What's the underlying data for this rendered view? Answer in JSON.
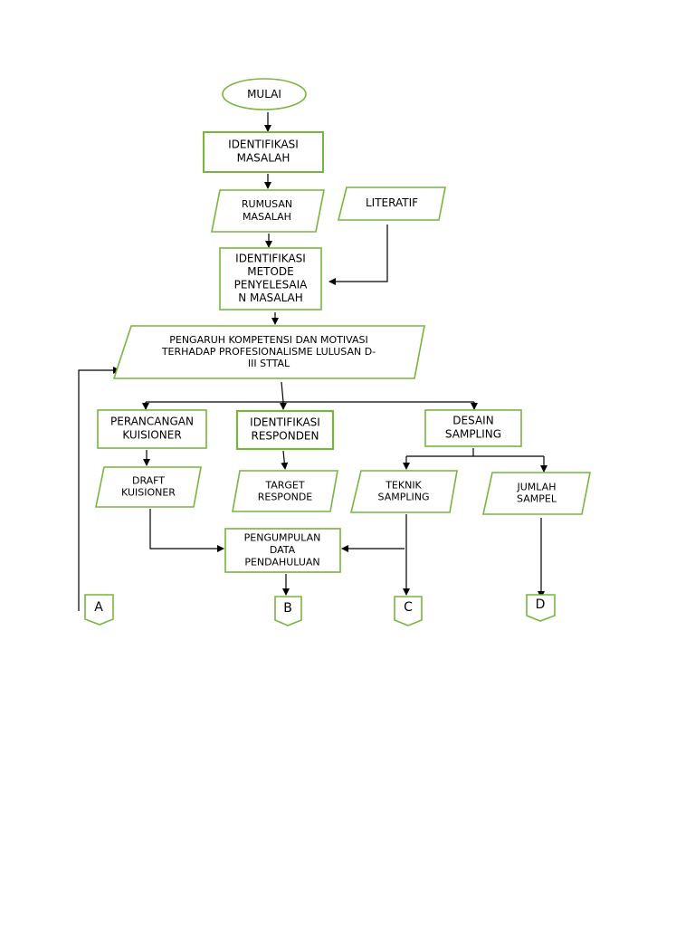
{
  "colors": {
    "shape_stroke": "#77b53f",
    "connector": "#000000",
    "background": "#ffffff"
  },
  "flowchart": {
    "start": [
      "MULAI"
    ],
    "identifikasi_masalah": [
      "IDENTIFIKASI",
      "MASALAH"
    ],
    "rumusan_masalah": [
      "RUMUSAN",
      "MASALAH"
    ],
    "literatif": [
      "LITERATIF"
    ],
    "identifikasi_metode": [
      "IDENTIFIKASI",
      "METODE",
      "PENYELESAIA",
      "N MASALAH"
    ],
    "judul": [
      "PENGARUH KOMPETENSI DAN MOTIVASI",
      "TERHADAP PROFESIONALISME LULUSAN D-",
      "III STTAL"
    ],
    "perancangan_kuisioner": [
      "PERANCANGAN",
      "KUISIONER"
    ],
    "identifikasi_responden": [
      "IDENTIFIKASI",
      "RESPONDEN"
    ],
    "desain_sampling": [
      "DESAIN",
      "SAMPLING"
    ],
    "draft_kuisioner": [
      "DRAFT",
      "KUISIONER"
    ],
    "target_responde": [
      "TARGET",
      "RESPONDE"
    ],
    "teknik_sampling": [
      "TEKNIK",
      "SAMPLING"
    ],
    "jumlah_sampel": [
      "JUMLAH",
      "SAMPEL"
    ],
    "pengumpulan_data": [
      "PENGUMPULAN",
      "DATA",
      "PENDAHULUAN"
    ],
    "connector_a": [
      "A"
    ],
    "connector_b": [
      "B"
    ],
    "connector_c": [
      "C"
    ],
    "connector_d": [
      "D"
    ]
  }
}
